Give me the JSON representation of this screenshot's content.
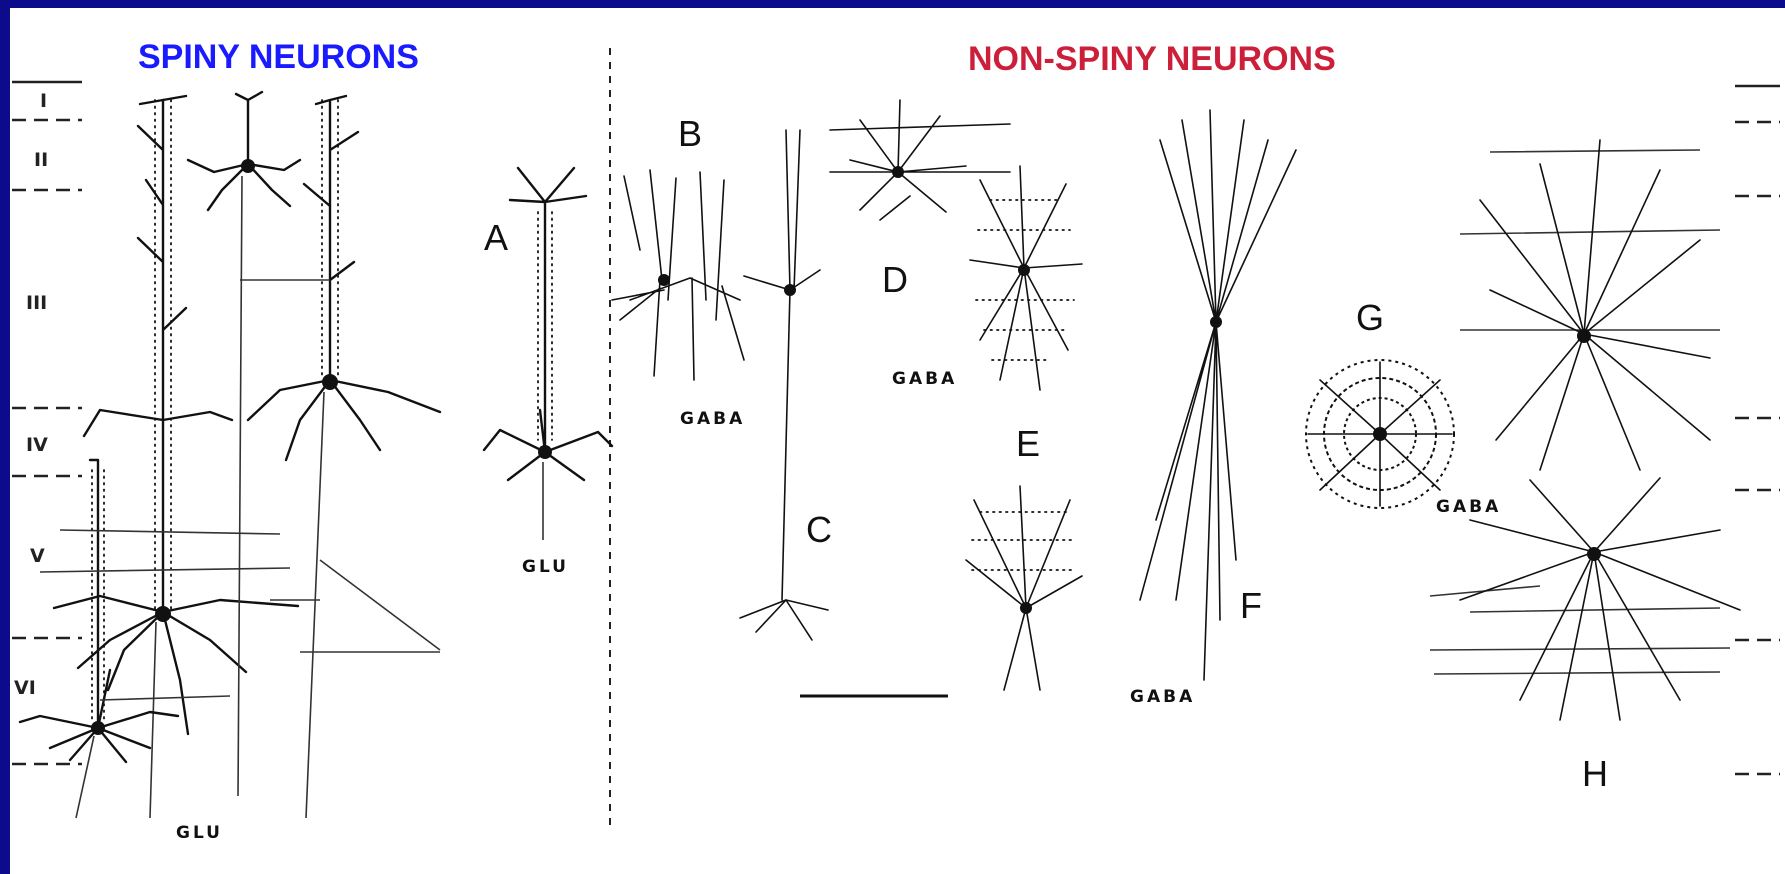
{
  "headings": {
    "spiny": "SPINY NEURONS",
    "non_spiny": "NON-SPINY NEURONS"
  },
  "colors": {
    "spiny_heading": "#1a1aff",
    "non_spiny_heading": "#cc1f3a",
    "border": "#0b0b8c",
    "ink": "#111111"
  },
  "layers": [
    "I",
    "II",
    "III",
    "IV",
    "V",
    "VI"
  ],
  "cell_labels": {
    "A": "A",
    "B": "B",
    "C": "C",
    "D": "D",
    "E": "E",
    "F": "F",
    "G": "G",
    "H": "H"
  },
  "transmitters": {
    "glu_pyramidal": "GLU",
    "glu_stellate": "GLU",
    "gaba_b": "GABA",
    "gaba_d": "GABA",
    "gaba_f": "GABA",
    "gaba_h": "GABA"
  }
}
